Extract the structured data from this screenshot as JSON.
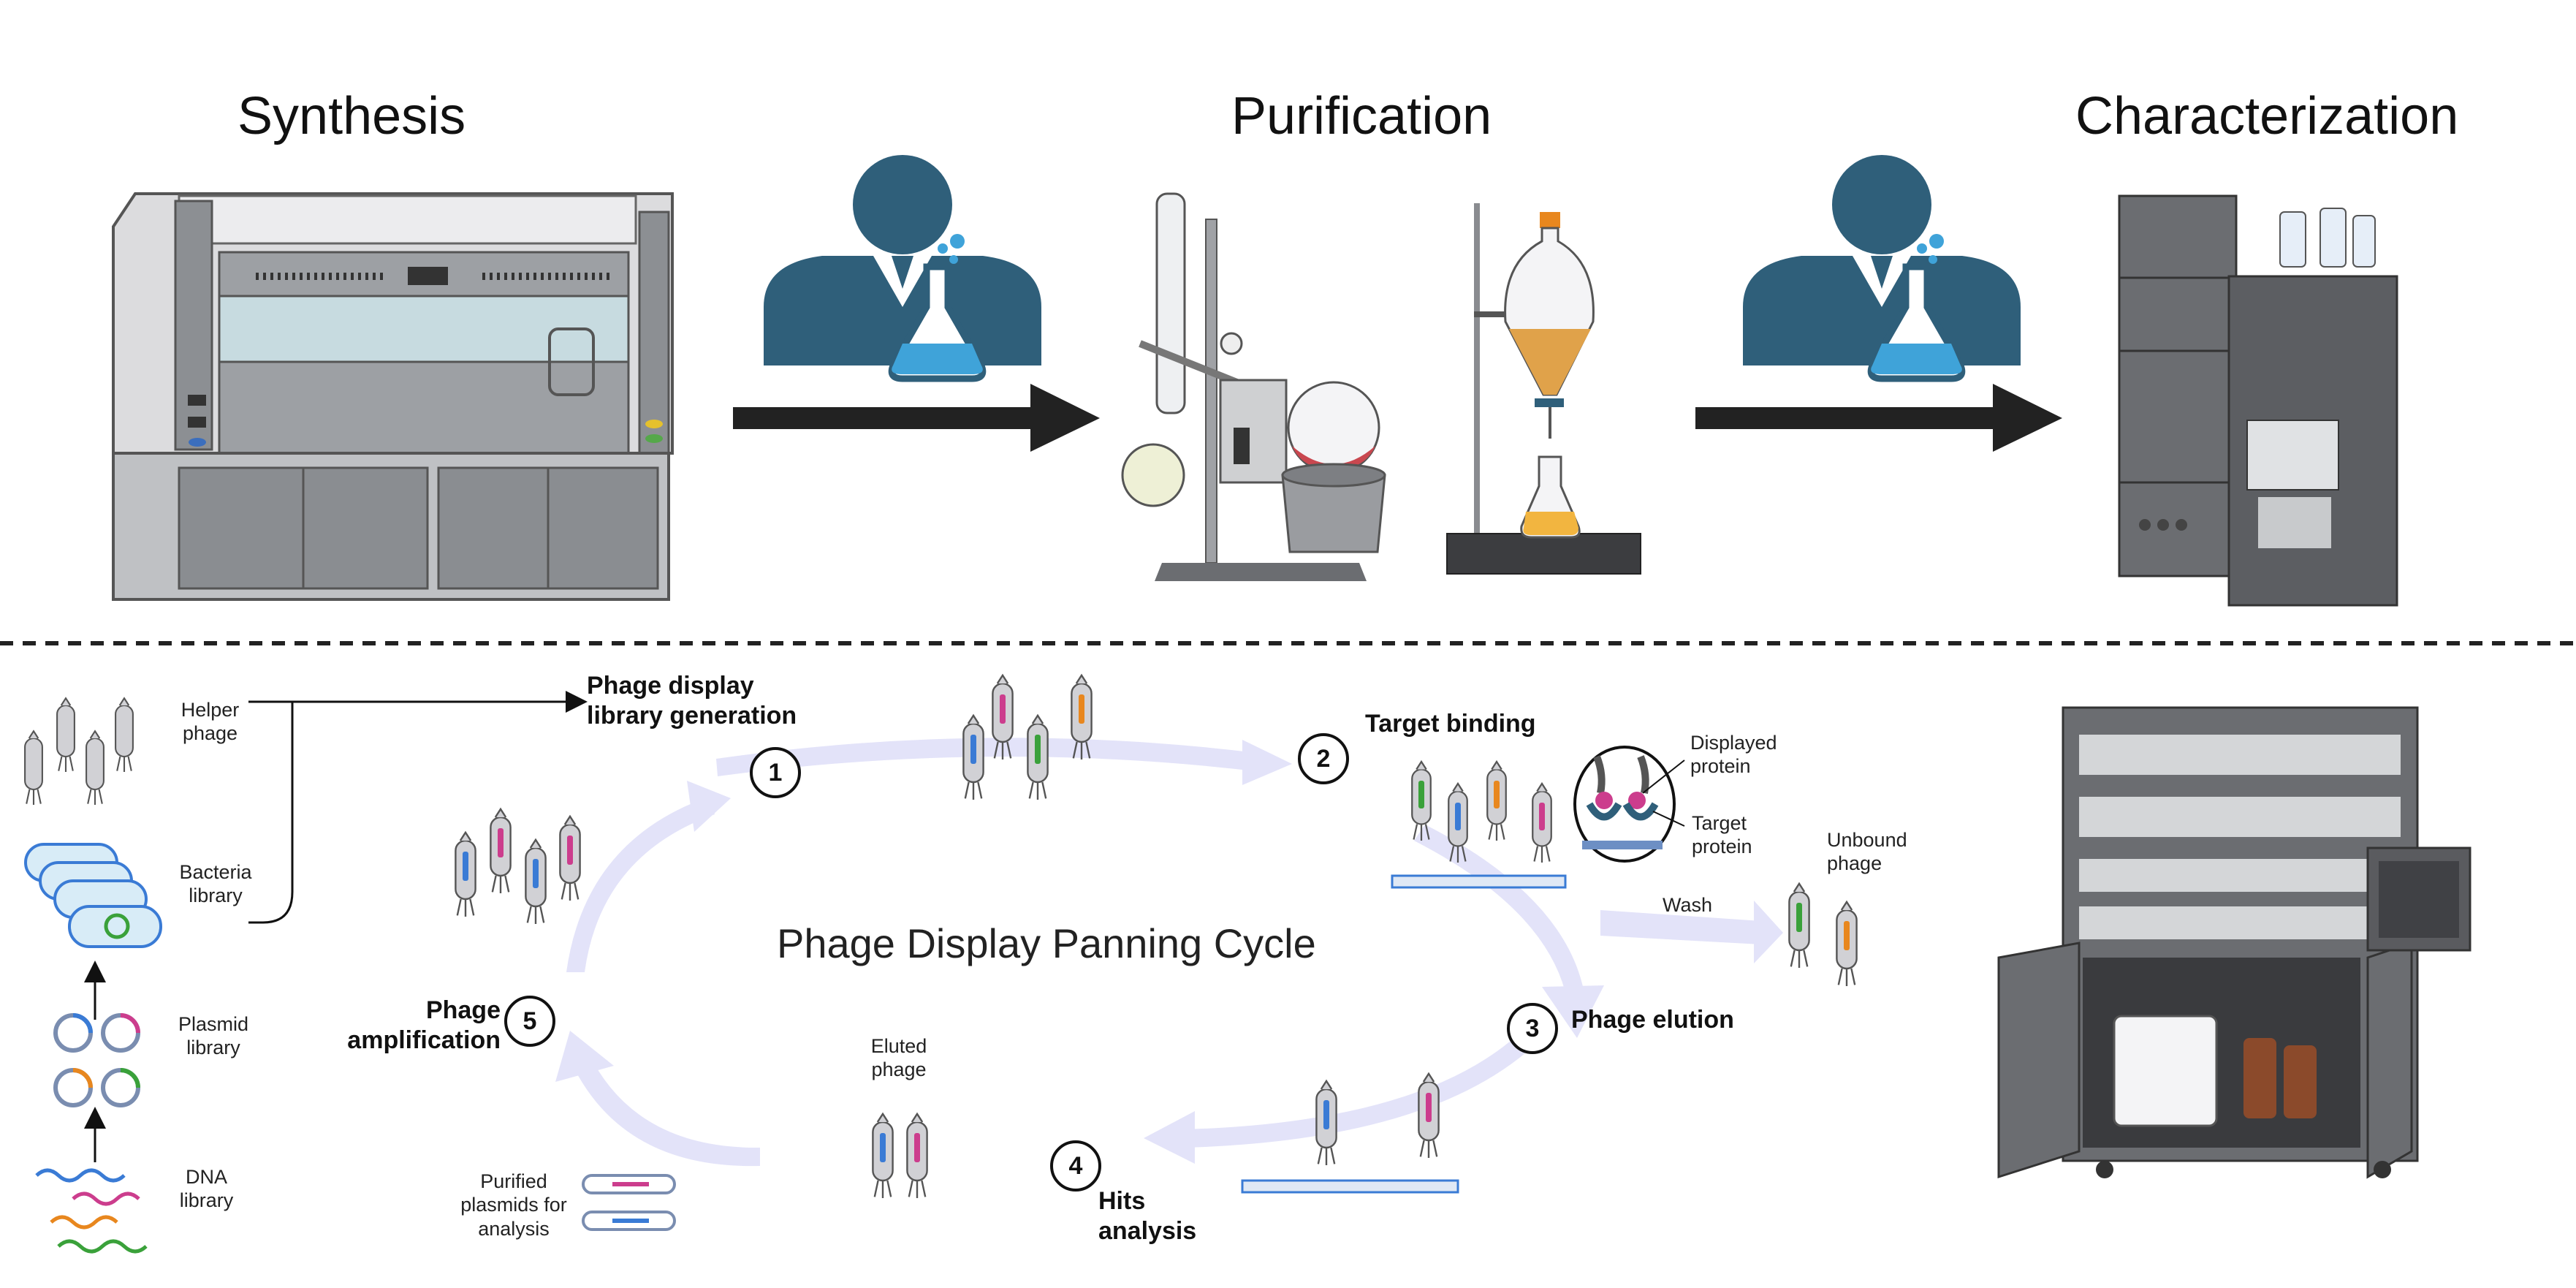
{
  "workflow": {
    "stages": [
      {
        "title": "Synthesis",
        "icon": "fume-hood-icon"
      },
      {
        "title": "Purification",
        "icon": "rotary-evaporator-icon"
      },
      {
        "title": "Characterization",
        "icon": "hplc-system-icon"
      }
    ],
    "scientist_icon": "scientist-icon",
    "arrow_icon": "right-arrow-icon"
  },
  "library_generation": {
    "helper_phage": "Helper\nphage",
    "bacteria_library": "Bacteria\nlibrary",
    "plasmid_library": "Plasmid\nlibrary",
    "dna_library": "DNA\nlibrary"
  },
  "cycle": {
    "title": "Phage Display Panning Cycle",
    "steps": [
      {
        "number": "1",
        "label": "Phage display\nlibrary generation"
      },
      {
        "number": "2",
        "label": "Target binding"
      },
      {
        "number": "3",
        "label": "Phage elution"
      },
      {
        "number": "4",
        "label": "Hits\nanalysis"
      },
      {
        "number": "5",
        "label": "Phage\namplification"
      }
    ],
    "annotations": {
      "displayed_protein": "Displayed\nprotein",
      "target_protein": "Target\nprotein",
      "wash": "Wash",
      "unbound_phage": "Unbound\nphage",
      "eluted_phage": "Eluted\nphage",
      "purified_plasmids": "Purified\nplasmids for\nanalysis"
    }
  },
  "colors": {
    "dark_blue": "#2f5f7a",
    "flask_blue": "#3fa3d9",
    "cycle_arrow": "#e3e3f9",
    "phage_body": "#cfcfd3",
    "magenta": "#cc3d8d",
    "blue": "#3a7bd5",
    "green": "#3aa13a",
    "orange": "#e8871e",
    "gray_machine": "#6b6b6e"
  }
}
